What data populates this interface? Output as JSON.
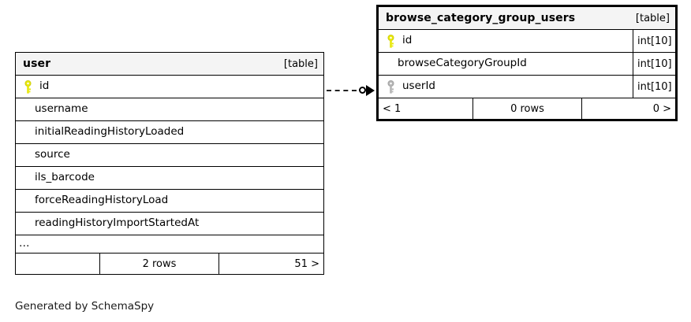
{
  "diagram": {
    "caption": "Generated by SchemaSpy",
    "kind_label": "[table]",
    "ellipsis": "…"
  },
  "tables": {
    "user": {
      "name": "user",
      "kind": "[table]",
      "columns": [
        {
          "name": "id",
          "key": "primary",
          "type": ""
        },
        {
          "name": "username",
          "key": "none",
          "type": ""
        },
        {
          "name": "initialReadingHistoryLoaded",
          "key": "none",
          "type": ""
        },
        {
          "name": "source",
          "key": "none",
          "type": ""
        },
        {
          "name": "ils_barcode",
          "key": "none",
          "type": ""
        },
        {
          "name": "forceReadingHistoryLoad",
          "key": "none",
          "type": ""
        },
        {
          "name": "readingHistoryImportStartedAt",
          "key": "none",
          "type": ""
        }
      ],
      "truncated": "…",
      "footer": {
        "left": "",
        "center": "2 rows",
        "right": "51 >"
      }
    },
    "browse_category_group_users": {
      "name": "browse_category_group_users",
      "kind": "[table]",
      "columns": [
        {
          "name": "id",
          "key": "primary",
          "type": "int[10]"
        },
        {
          "name": "browseCategoryGroupId",
          "key": "none",
          "type": "int[10]"
        },
        {
          "name": "userId",
          "key": "foreign",
          "type": "int[10]"
        }
      ],
      "footer": {
        "left": "< 1",
        "center": "0 rows",
        "right": "0 >"
      }
    }
  },
  "relationship": {
    "from_table": "user",
    "from_column": "id",
    "to_table": "browse_category_group_users",
    "to_column": "userId",
    "style": "dashed",
    "source_cardinality": "zero-or-one",
    "target_cardinality": "many"
  },
  "colors": {
    "primary_key_icon": "#e8e80a",
    "foreign_key_icon": "#b5b5b5",
    "header_background": "#f4f4f4",
    "border": "#000000",
    "page_background": "#ffffff"
  },
  "icons": {
    "primary_key": "key-icon",
    "foreign_key": "key-icon"
  }
}
